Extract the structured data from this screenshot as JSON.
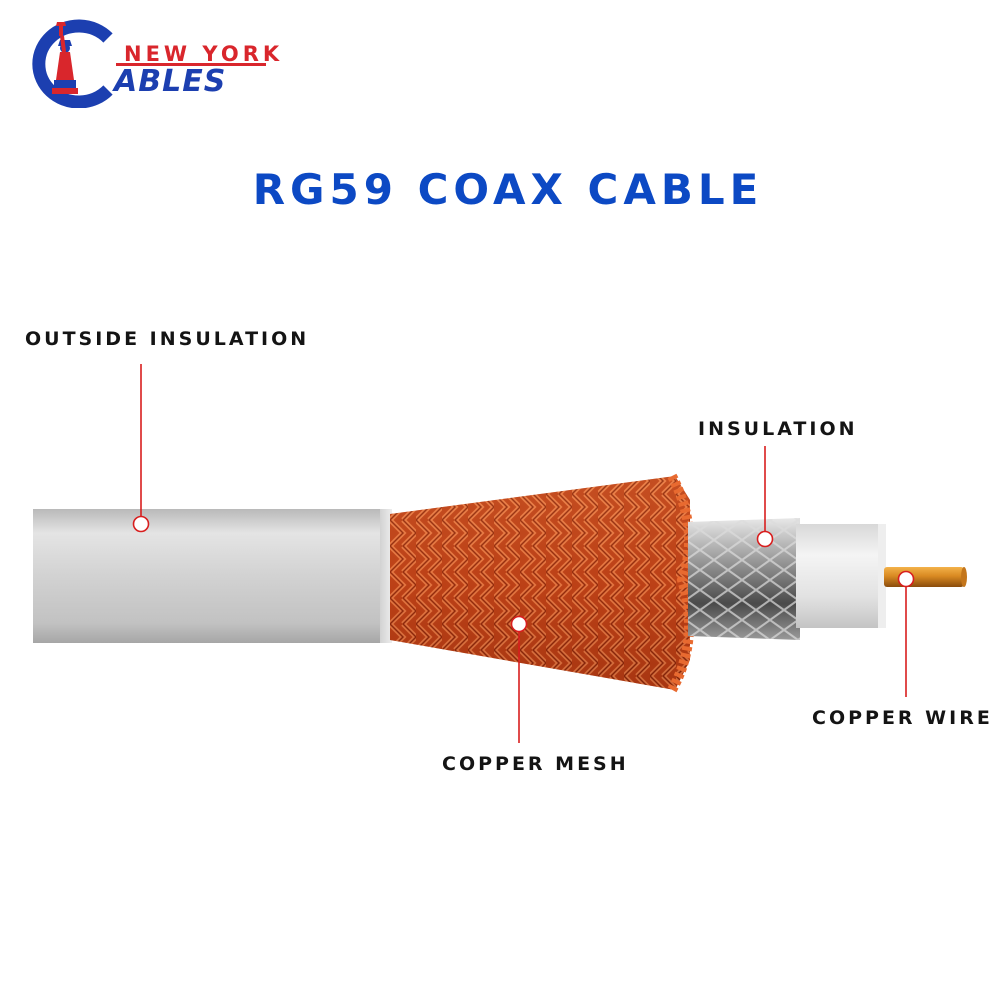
{
  "logo": {
    "top_text": "NEW YORK",
    "bottom_text": "ABLES",
    "brand_red": "#d9262c",
    "brand_blue": "#1c3fb0",
    "icon": "statue-of-liberty-icon"
  },
  "title": "RG59 COAX CABLE",
  "labels": {
    "outside_insulation": "OUTSIDE INSULATION",
    "insulation": "INSULATION",
    "copper_mesh": "COPPER MESH",
    "copper_wire": "COPPER WIRE"
  },
  "colors": {
    "title_blue": "#0c49c4",
    "pointer_red": "#d81e1e",
    "jacket_gray": "#d4d4d4",
    "copper": "#c84a1c"
  }
}
